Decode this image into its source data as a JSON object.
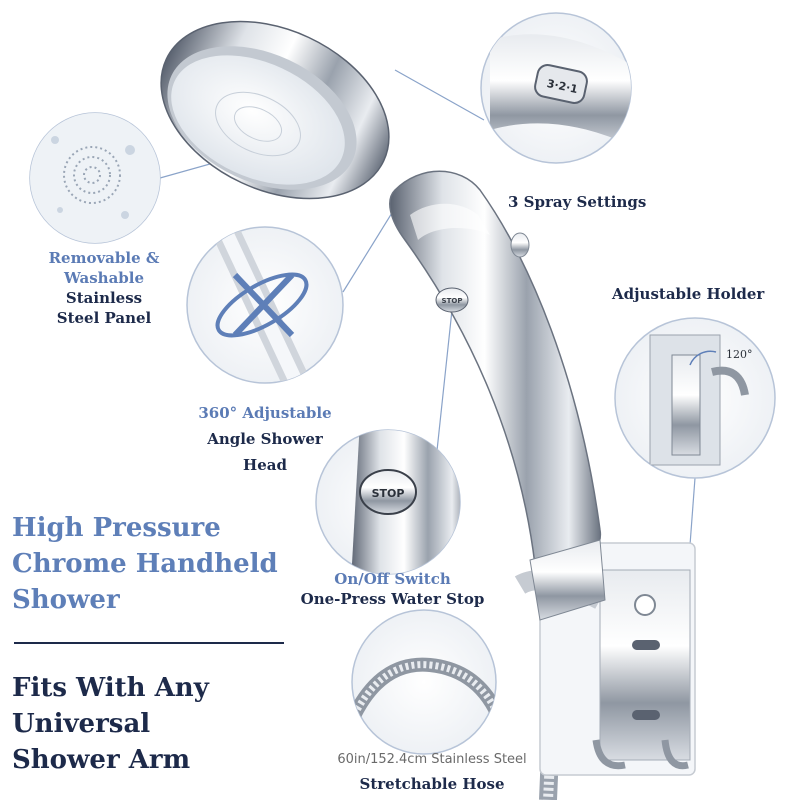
{
  "callouts": {
    "spray": "3 Spray Settings",
    "removable": [
      "Removable &",
      "Washable",
      "Stainless",
      "Steel Panel"
    ],
    "angle": [
      "360°  Adjustable",
      "Angle Shower",
      "Head"
    ],
    "holder": "Adjustable Holder",
    "holder_angle": "120°",
    "switch": [
      "On/Off Switch",
      "One-Press Water Stop"
    ],
    "hose": [
      "60in/152.4cm Stainless Steel",
      "Stretchable Hose"
    ]
  },
  "headline_primary": [
    "High Pressure",
    "Chrome Handheld",
    "Shower"
  ],
  "headline_secondary": [
    "Fits With Any",
    "Universal",
    "Shower Arm"
  ],
  "product_marks": {
    "dial": "3·2·1",
    "stop_button": "STOP",
    "switch_button": "STOP"
  },
  "colors": {
    "accent_blue": "#5e7fb8",
    "navy": "#1d2a4a",
    "chrome_light": "#f2f4f7",
    "chrome_dark": "#5a6270"
  }
}
